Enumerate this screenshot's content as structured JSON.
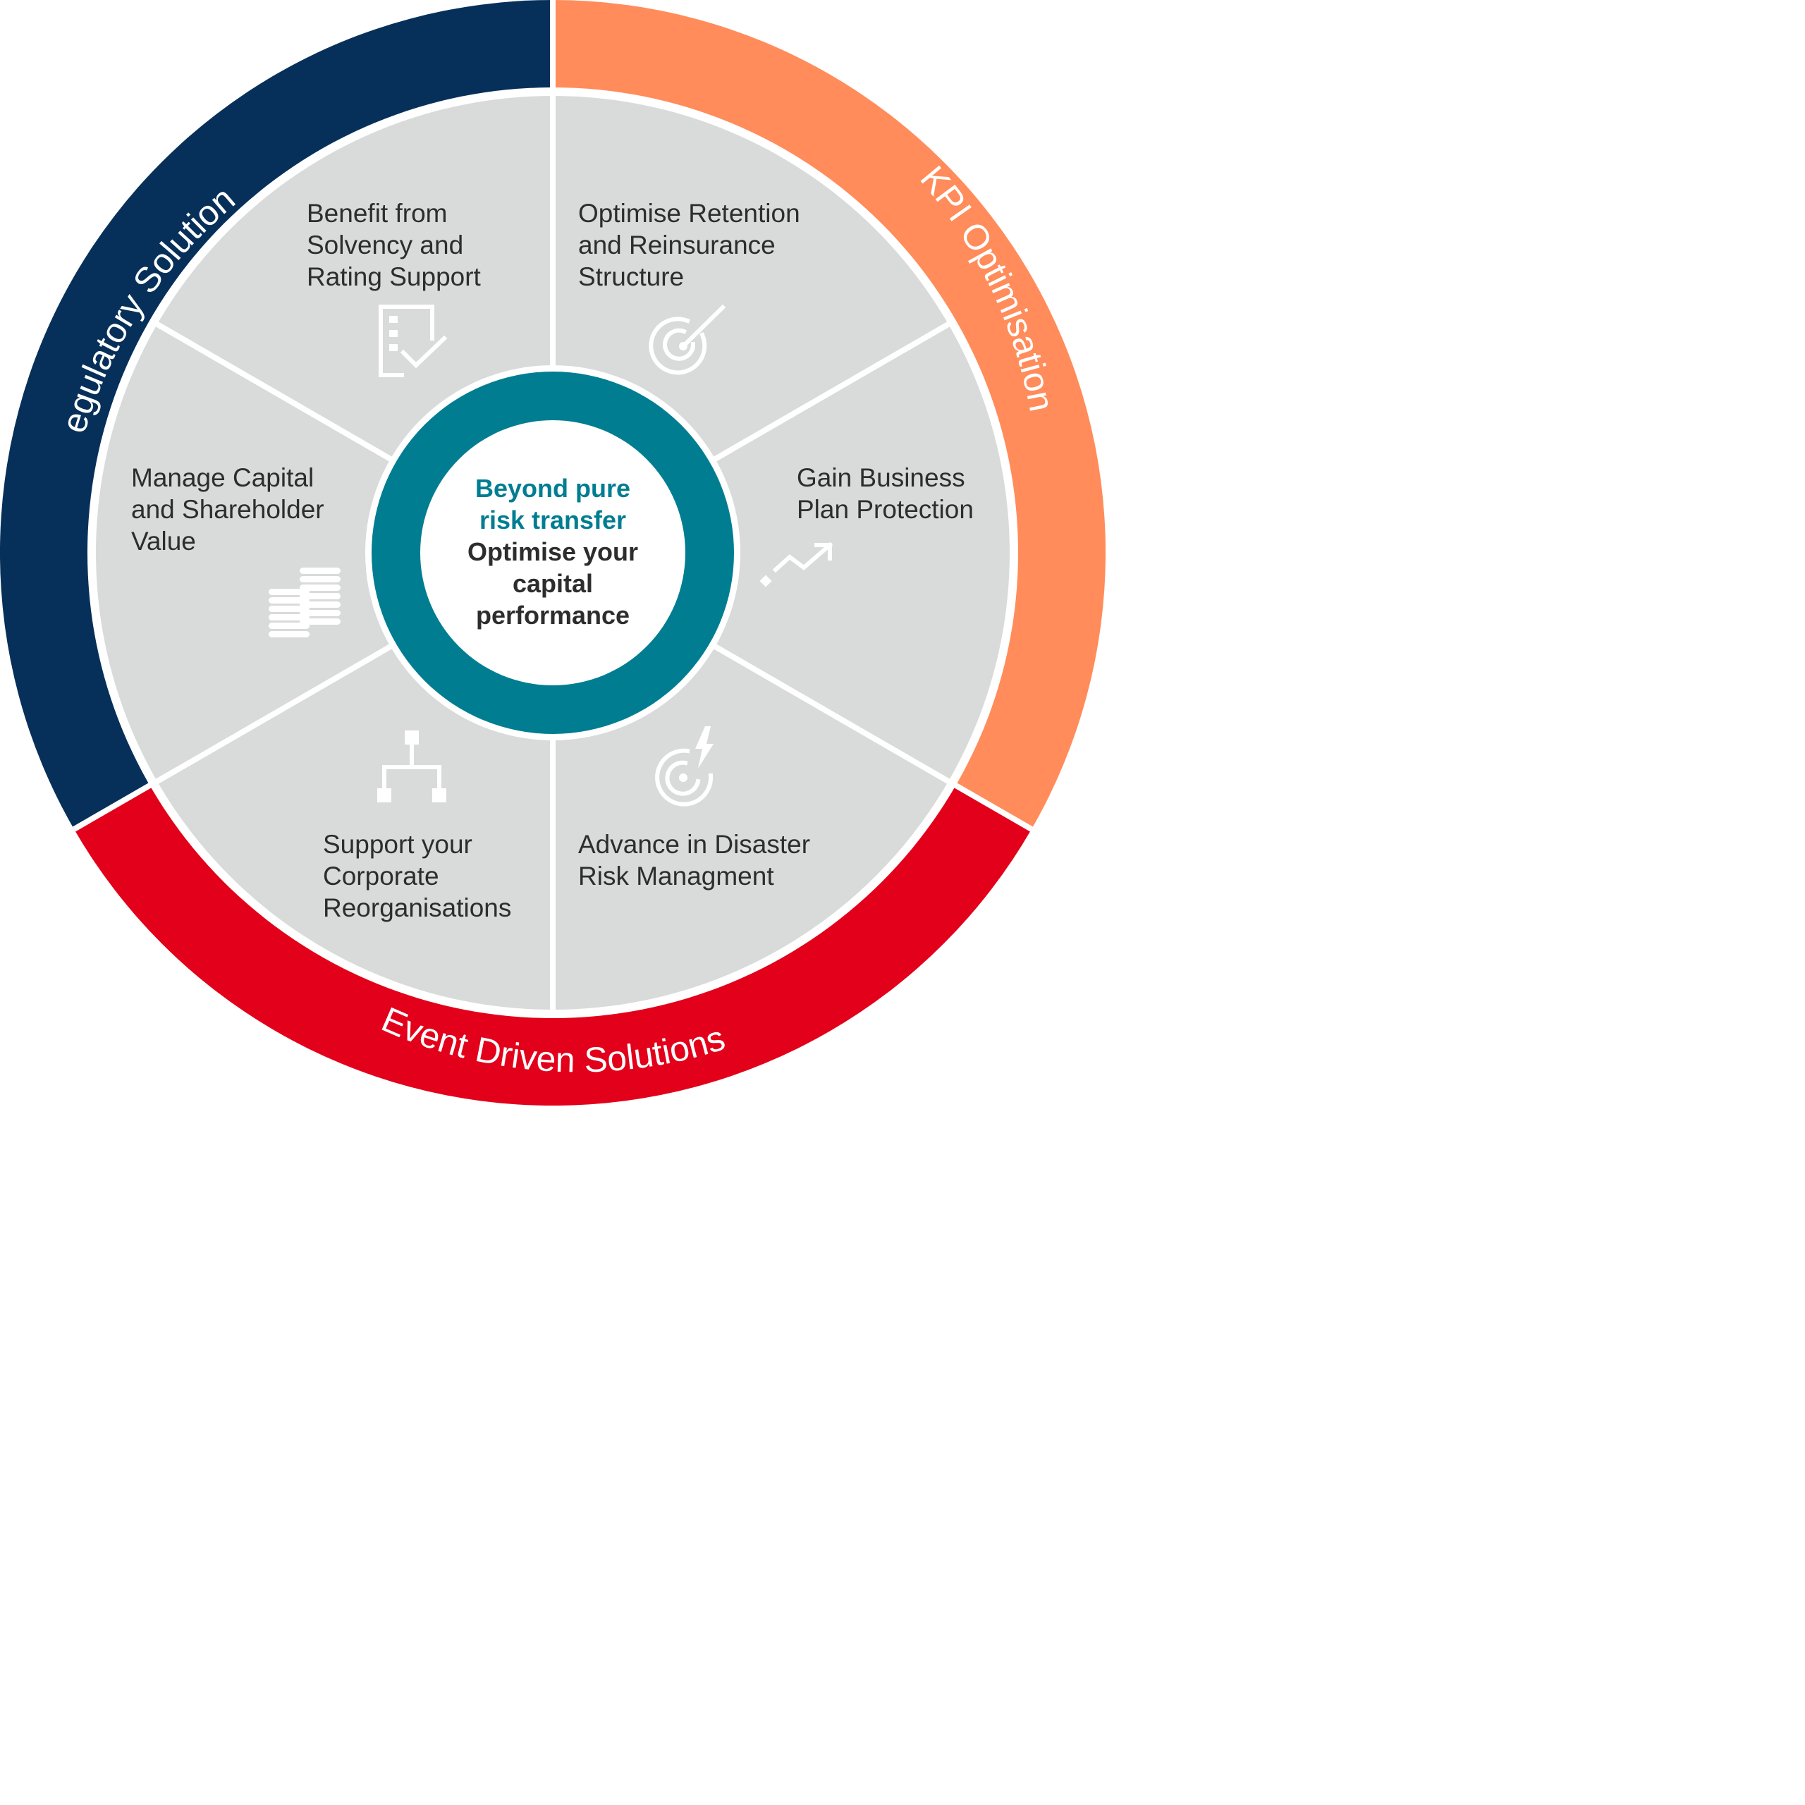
{
  "colors": {
    "regulatory": "#06305a",
    "kpi": "#ff8c5a",
    "event": "#e2001a",
    "segment": "#d9dada",
    "center_ring": "#007d91",
    "center_teal_text": "#007d91",
    "dark_text": "#2d2d2d"
  },
  "outer_ring": {
    "regulatory": "Regulatory Solutions",
    "kpi": "KPI Optimisation",
    "event": "Event Driven Solutions"
  },
  "center": {
    "line1": "Beyond pure",
    "line2": "risk transfer",
    "line3": "Optimise your",
    "line4": "capital",
    "line5": "performance"
  },
  "segments": {
    "solvency": {
      "lines": [
        "Benefit from",
        "Solvency and",
        "Rating Support"
      ],
      "icon": "checklist-icon"
    },
    "retention": {
      "lines": [
        "Optimise Retention",
        "and Reinsurance",
        "Structure"
      ],
      "icon": "target-icon"
    },
    "business": {
      "lines": [
        "Gain Business",
        "Plan Protection"
      ],
      "icon": "growth-arrow-icon"
    },
    "disaster": {
      "lines": [
        "Advance in Disaster",
        "Risk Managment"
      ],
      "icon": "target-lightning-icon"
    },
    "corporate": {
      "lines": [
        "Support your",
        "Corporate",
        "Reorganisations"
      ],
      "icon": "org-chart-icon"
    },
    "capital": {
      "lines": [
        "Manage Capital",
        "and Shareholder",
        "Value"
      ],
      "icon": "coins-icon"
    }
  }
}
